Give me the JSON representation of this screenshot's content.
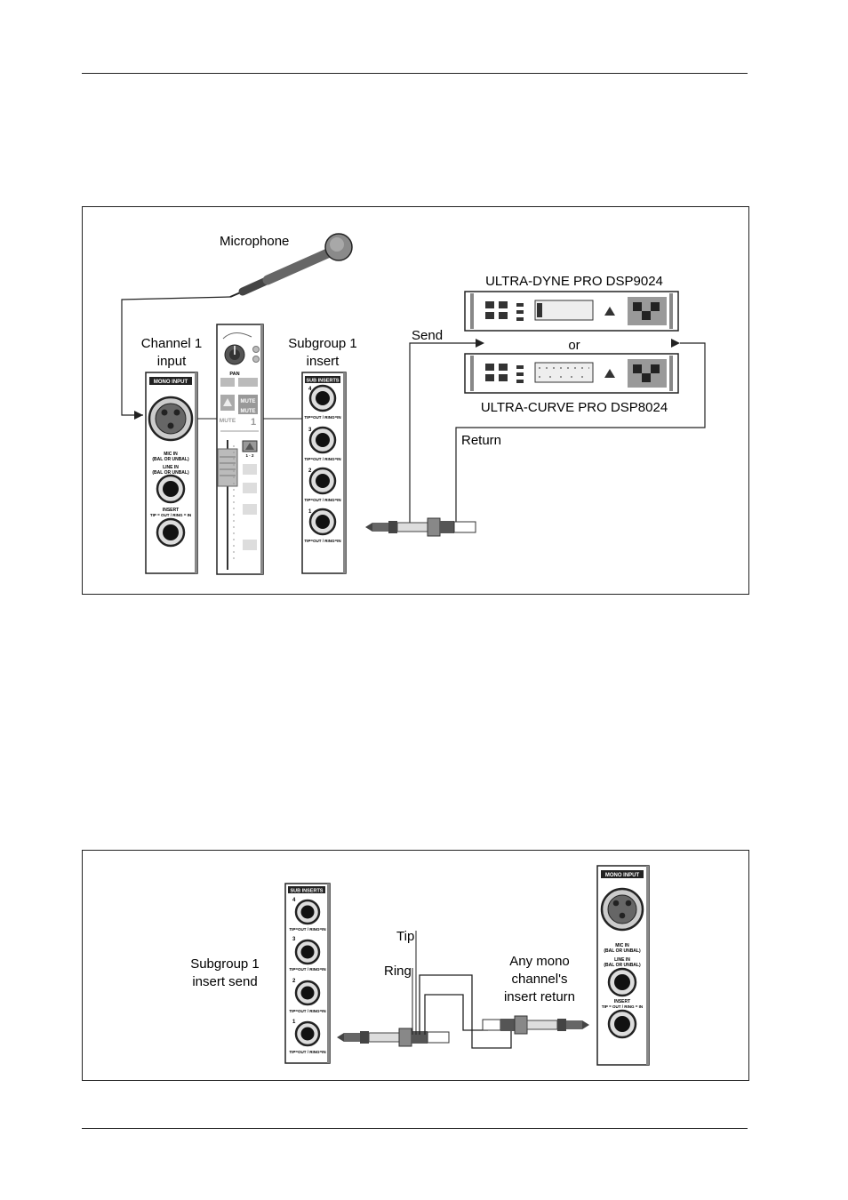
{
  "figure1": {
    "microphone_label": "Microphone",
    "channel_label_1": "Channel 1",
    "channel_label_2": "input",
    "subgroup_label_1": "Subgroup 1",
    "subgroup_label_2": "insert",
    "send_label": "Send",
    "return_label": "Return",
    "or_label": "or",
    "device_top": "ULTRA-DYNE PRO DSP9024",
    "device_bottom": "ULTRA-CURVE PRO DSP8024",
    "mono_input_panel": {
      "header": "MONO INPUT",
      "mic_in_1": "MIC IN",
      "mic_in_2": "(BAL OR UNBAL)",
      "line_in_1": "LINE IN",
      "line_in_2": "(BAL OR UNBAL)",
      "insert_1": "INSERT",
      "insert_2": "TIP = OUT / RING = IN"
    },
    "channel_strip": {
      "pan": "PAN",
      "mute": "MUTE",
      "mute_btn_1": "MUTE",
      "mute_btn_2": "MUTE",
      "number": "1",
      "ch12": "1 · 2"
    },
    "sub_inserts_panel": {
      "header": "SUB INSERTS",
      "jacks": [
        "4",
        "3",
        "2",
        "1"
      ],
      "jack_caption": "TIP=OUT / RING=IN"
    }
  },
  "figure2": {
    "subgroup_send_1": "Subgroup 1",
    "subgroup_send_2": "insert send",
    "tip_label": "Tip",
    "ring_label": "Ring",
    "return_1": "Any mono",
    "return_2": "channel's",
    "return_3": "insert return",
    "sub_inserts_panel": {
      "header": "SUB INSERTS",
      "jacks": [
        "4",
        "3",
        "2",
        "1"
      ],
      "jack_caption": "TIP=OUT / RING=IN"
    },
    "mono_input_panel": {
      "header": "MONO INPUT",
      "mic_in_1": "MIC IN",
      "mic_in_2": "(BAL OR UNBAL)",
      "line_in_1": "LINE IN",
      "line_in_2": "(BAL OR UNBAL)",
      "insert_1": "INSERT",
      "insert_2": "TIP = OUT / RING = IN"
    }
  }
}
